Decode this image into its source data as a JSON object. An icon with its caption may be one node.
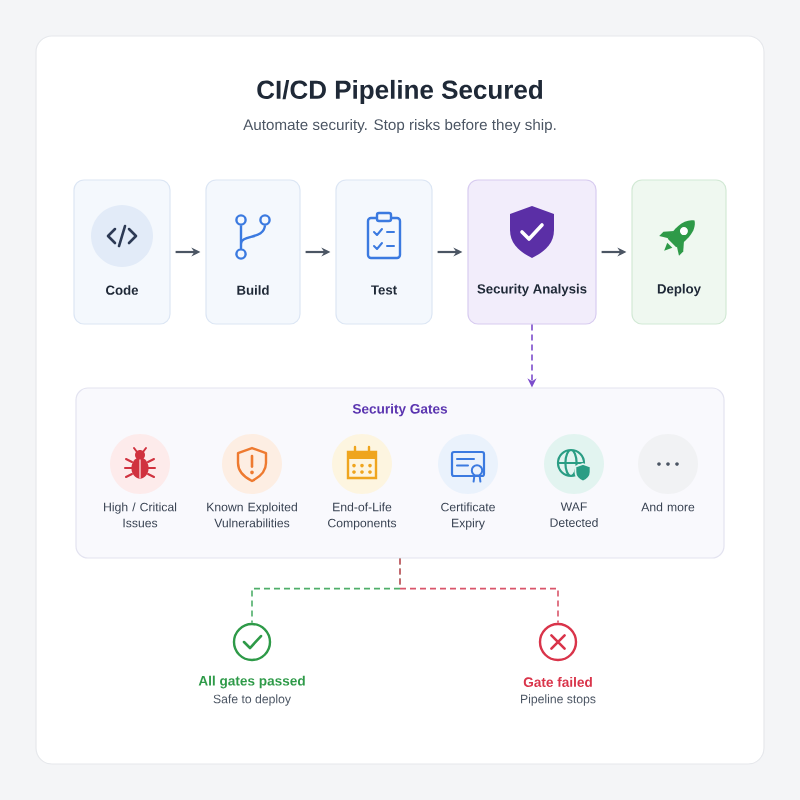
{
  "diagram": {
    "title": "CI/CD Pipeline Secured",
    "nodes": [
      {
        "text": [
          "Code"
        ]
      },
      {
        "text": [
          "Build"
        ]
      },
      {
        "text": [
          "Test"
        ]
      },
      {
        "text": [
          "Security Analysis"
        ]
      },
      {
        "text": [
          "Deploy"
        ]
      },
      {
        "text": [
          "Security Gates"
        ]
      },
      {
        "text": [
          "High / Critical Issues"
        ],
        "in": 5
      },
      {
        "text": [
          "Known Exploited Vulnerabilities"
        ],
        "in": 5
      },
      {
        "text": [
          "End-of-Life Components"
        ],
        "in": 5
      },
      {
        "text": [
          "Certificate Expiry"
        ],
        "in": 5
      },
      {
        "text": [
          "WAF Detected"
        ],
        "in": 5
      },
      {
        "text": [
          "And more"
        ],
        "in": 5
      },
      {
        "text": [
          "All gates passed",
          "Safe to deploy"
        ]
      },
      {
        "text": [
          "Gate failed",
          "Pipeline stops"
        ]
      }
    ],
    "edges": [
      {
        "from": 0,
        "to": 1,
        "arrow": "to"
      },
      {
        "from": 1,
        "to": 2,
        "arrow": "to"
      },
      {
        "from": 2,
        "to": 3,
        "arrow": "to"
      },
      {
        "from": 3,
        "to": 4,
        "arrow": "to"
      },
      {
        "from": 3,
        "to": 5,
        "arrow": "to",
        "style": "dashed",
        "color": "#7c4dcc"
      },
      {
        "from": 5,
        "to": 12,
        "arrow": "none",
        "style": "dashed",
        "color": "#4fae6a"
      },
      {
        "from": 5,
        "to": 13,
        "arrow": "none",
        "style": "dashed",
        "color": "#d9556a"
      }
    ],
    "labels": [
      "Automate security. Stop risks before they ship."
    ]
  }
}
